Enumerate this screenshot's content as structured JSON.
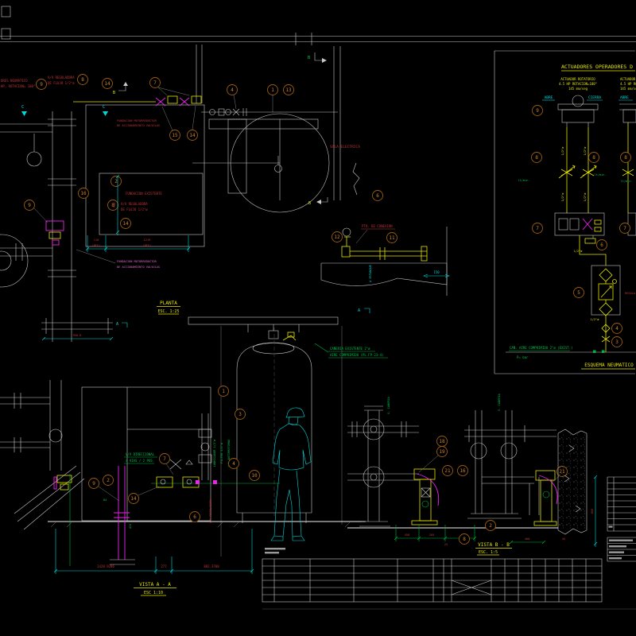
{
  "sheet": {
    "marker_b": "B",
    "marker_c": "C",
    "marker_a": "A"
  },
  "nums": {
    "n1": "1",
    "n2": "2",
    "n3": "3",
    "n4": "4",
    "n5": "5",
    "n6": "6",
    "n7": "7",
    "n8": "8",
    "n9": "9",
    "n10": "10",
    "n11": "11",
    "n12": "12",
    "n13": "13",
    "n14": "14",
    "n15": "15",
    "n16": "16",
    "n18": "18",
    "n19": "19",
    "n21": "21"
  },
  "titles": {
    "planta": "PLANTA",
    "planta_esc": "ESC. 1:25",
    "vista_aa": "VISTA   A - A",
    "vista_aa_esc": "ESC 1:10",
    "vista_bb": "VISTA   B - B",
    "vista_bb_esc": "ESC. 1:5",
    "esquema": "ESQUEMA NEUMATICO",
    "actuadores": "ACTUADORES OPERADORES D"
  },
  "pneumatic": {
    "spec1": "ACTUADOR ROTATORIO",
    "spec2": "4.5 HP ROTACION=180°",
    "spec3": "145 mm/seg",
    "abre": "ABRE",
    "cierra": "CIERRA",
    "ltmin": "lt/min.",
    "half": "1/2\"ø",
    "air_line": "CAÑ. AIRE COMPRIMIDO 2\"ø (EXIST.)",
    "p_bar": "P=    bar",
    "regulador": "REGULA"
  },
  "plan": {
    "oper1": "ORES NEUMATICO",
    "oper2": "HP, ROTACION= 180°",
    "vv_reg1": "V/V REGULADORA",
    "vv_reg2": "DE FLUJO 1/2\"ø",
    "fund_mot1": "FUNDACION MOTORREDUCTOR",
    "fund_mot2": "DE ACCIONAMIENTO VALVULAS",
    "fund_exist": "FUNDACION EXISTENTE",
    "sala": "SALA ELECTRICA",
    "dim110": "110",
    "dimref": "(REF)",
    "dim1219": "1219",
    "dim944": "944",
    "dim9508": "950.8"
  },
  "detail": {
    "pto": "PTO. DE CONEXION",
    "a_estanque": "A ESTANQUE",
    "dim150": "150"
  },
  "aa": {
    "caneria1": "CAÑERIA EXISTENTE 2\"ø",
    "caneria2": "AIRE COMPRIMIDO (PL.FP-23-4)",
    "dir1": "V/V DIRECCIONAL",
    "dir2": "4 VIAS / 2 POS.",
    "lubricador": "LUBRICADOR 1/2\"ø",
    "filtro": "FILTRO 1/2\"ø",
    "antirretorno": "V/V ANTIRRETORNO",
    "reguladora": "V/V REGULADORA",
    "dim_a": "1428.9286",
    "dim_b": "277",
    "dim_c": "882.3708",
    "dim84": "84",
    "dim415": "415",
    "s_caneria": "S. CAÑERIA"
  },
  "bb": {
    "dim458": "458",
    "dim205": "205",
    "dim25": "25",
    "dim400": "400",
    "dim45": "45",
    "dim800": "800"
  }
}
